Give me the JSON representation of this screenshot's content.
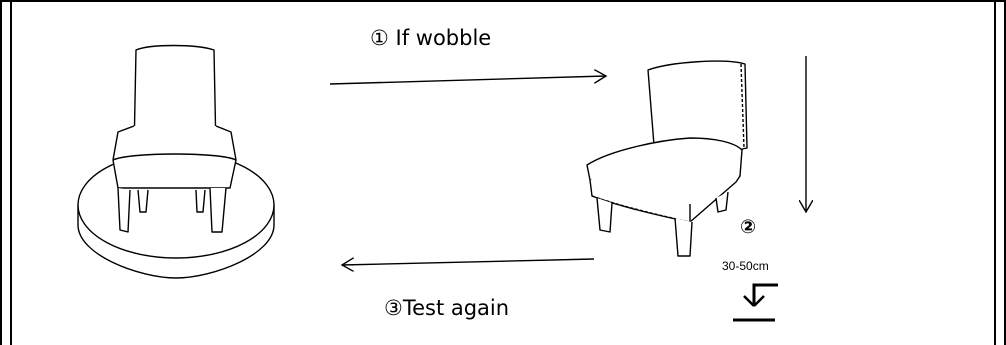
{
  "steps": {
    "step1_label": "① If wobble",
    "step2_marker": "②",
    "step2_distance": "30-50cm",
    "step3_label": "③Test again"
  },
  "icons": [
    "chair-on-turntable-icon",
    "tilted-chair-icon",
    "drop-symbol-icon"
  ]
}
